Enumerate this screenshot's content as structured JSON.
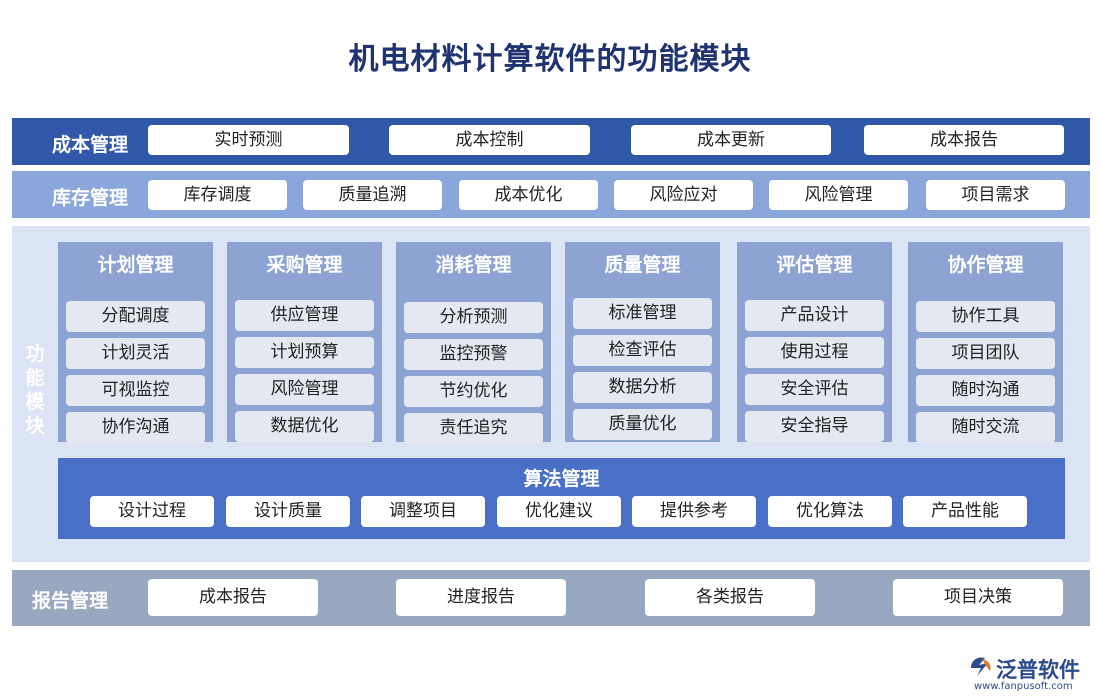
{
  "title": "机电材料计算软件的功能模块",
  "cost_management": {
    "label": "成本管理",
    "items": [
      "实时预测",
      "成本控制",
      "成本更新",
      "成本报告"
    ]
  },
  "inventory_management": {
    "label": "库存管理",
    "items": [
      "库存调度",
      "质量追溯",
      "成本优化",
      "风险应对",
      "风险管理",
      "项目需求"
    ]
  },
  "function_modules": {
    "label": "功能模块",
    "modules": [
      {
        "title": "计划管理",
        "items": [
          "分配调度",
          "计划灵活",
          "可视监控",
          "协作沟通"
        ]
      },
      {
        "title": "采购管理",
        "items": [
          "供应管理",
          "计划预算",
          "风险管理",
          "数据优化"
        ]
      },
      {
        "title": "消耗管理",
        "items": [
          "分析预测",
          "监控预警",
          "节约优化",
          "责任追究"
        ]
      },
      {
        "title": "质量管理",
        "items": [
          "标准管理",
          "检查评估",
          "数据分析",
          "质量优化"
        ]
      },
      {
        "title": "评估管理",
        "items": [
          "产品设计",
          "使用过程",
          "安全评估",
          "安全指导"
        ]
      },
      {
        "title": "协作管理",
        "items": [
          "协作工具",
          "项目团队",
          "随时沟通",
          "随时交流"
        ]
      }
    ],
    "algorithm": {
      "title": "算法管理",
      "items": [
        "设计过程",
        "设计质量",
        "调整项目",
        "优化建议",
        "提供参考",
        "优化算法",
        "产品性能"
      ]
    }
  },
  "report_management": {
    "label": "报告管理",
    "items": [
      "成本报告",
      "进度报告",
      "各类报告",
      "项目决策"
    ]
  },
  "logo": {
    "name": "泛普软件",
    "url": "www.fanpusoft.com",
    "icon": "fanpu-logo-icon"
  },
  "colors": {
    "dark_blue": "#3157a8",
    "light_blue": "#8aa7dc",
    "panel_bg": "#dbe4f5",
    "module_bg": "#8da3d4",
    "algo_bg": "#4a6fc7",
    "report_bg": "#98a8c0",
    "title": "#1f3370"
  }
}
